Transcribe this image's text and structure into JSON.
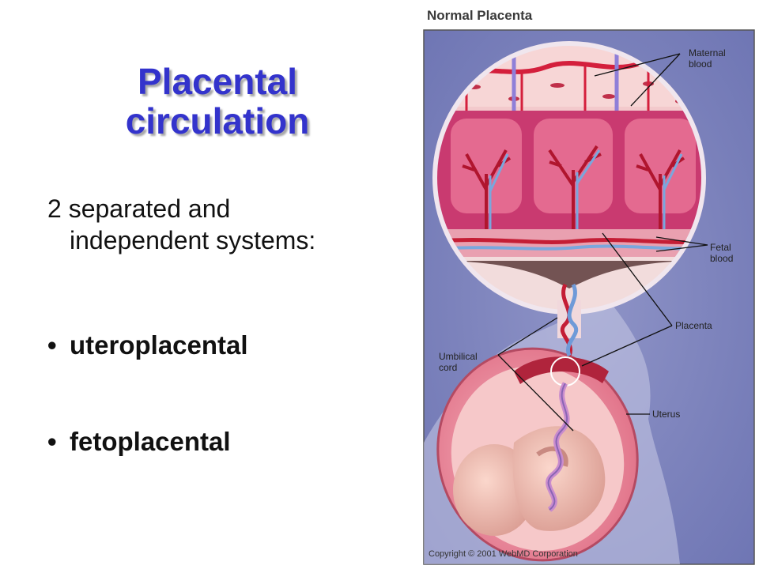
{
  "slide": {
    "title_line1": "Placental",
    "title_line2": "circulation",
    "intro_line1": "2 separated and",
    "intro_line2": "independent systems:",
    "bullets": [
      {
        "marker": "•",
        "text": "uteroplacental"
      },
      {
        "marker": "•",
        "text": "fetoplacental"
      }
    ]
  },
  "figure": {
    "title": "Normal Placenta",
    "labels": {
      "maternal_1": "Maternal",
      "maternal_2": "blood",
      "fetal_1": "Fetal",
      "fetal_2": "blood",
      "placenta": "Placenta",
      "umbilical_1": "Umbilical",
      "umbilical_2": "cord",
      "uterus": "Uterus"
    },
    "copyright": "Copyright © 2001 WebMD Corporation"
  }
}
